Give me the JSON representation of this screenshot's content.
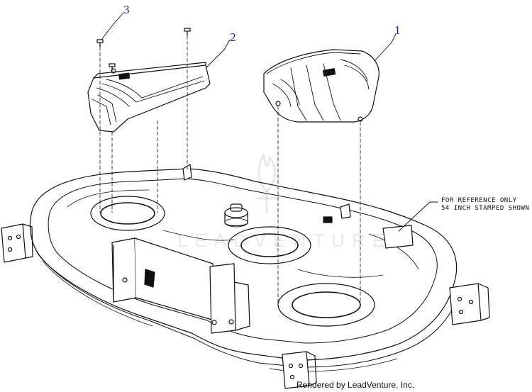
{
  "callouts": [
    {
      "number": "1",
      "part": "right-belt-cover"
    },
    {
      "number": "2",
      "part": "left-belt-cover"
    },
    {
      "number": "3",
      "part": "screw"
    }
  ],
  "reference_note": {
    "line1": "FOR REFERENCE ONLY",
    "line2": "54 INCH STAMPED SHOWN"
  },
  "watermark": {
    "text": "LEADVENTURE",
    "icon": "flame-logo-icon"
  },
  "footer": {
    "credit": "Rendered by LeadVenture, Inc."
  },
  "colors": {
    "line": "#111111",
    "callout": "#1a1aa8",
    "watermark": "#000000"
  }
}
